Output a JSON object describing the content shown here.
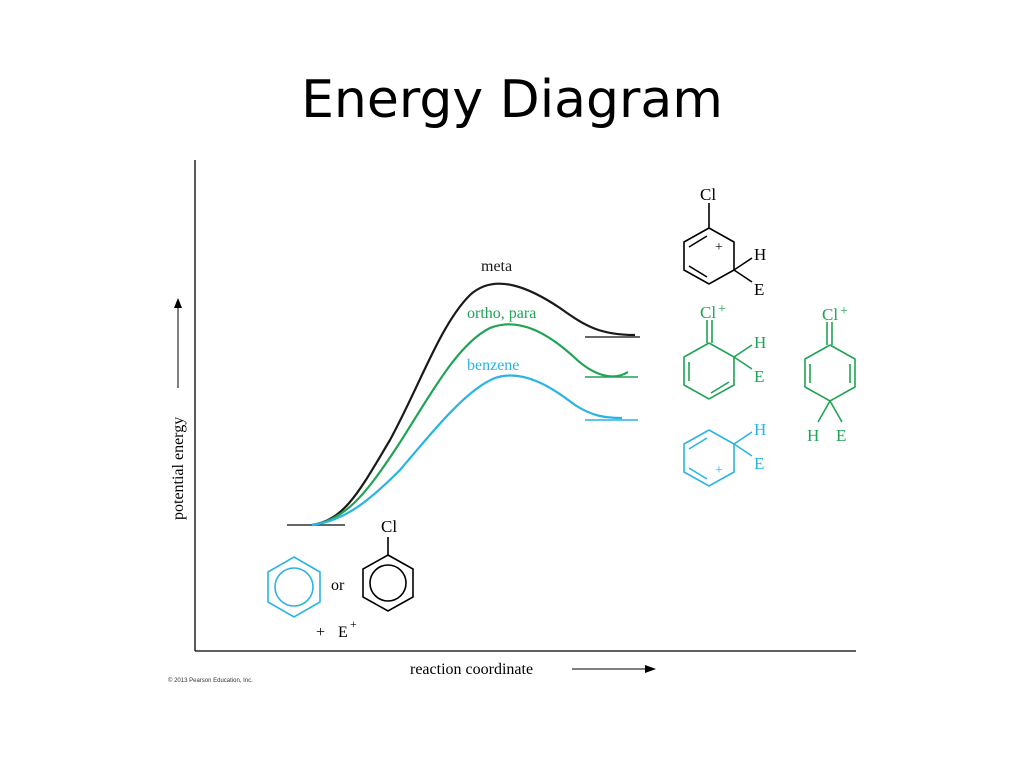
{
  "title": "Energy Diagram",
  "copyright": "© 2013 Pearson Education, Inc.",
  "axes": {
    "y_label": "potential energy",
    "x_label": "reaction coordinate"
  },
  "curves": {
    "meta": {
      "label": "meta",
      "color": "#1a1a1a"
    },
    "ortho_para": {
      "label": "ortho, para",
      "color": "#1fa354"
    },
    "benzene": {
      "label": "benzene",
      "color": "#2ab4e4"
    }
  },
  "reactants": {
    "or": "or",
    "chlorine": "Cl",
    "plus": "+",
    "electrophile": "E",
    "charge": "+"
  },
  "intermediates": {
    "meta_ion": {
      "substituent": "Cl",
      "charge": "+",
      "h": "H",
      "e": "E"
    },
    "ortho_para_ion_1": {
      "substituent": "Cl",
      "charge": "+",
      "h": "H",
      "e": "E"
    },
    "ortho_para_ion_2": {
      "substituent": "Cl",
      "charge": "+",
      "h": "H",
      "e": "E"
    },
    "benzene_ion": {
      "charge": "+",
      "h": "H",
      "e": "E"
    }
  }
}
